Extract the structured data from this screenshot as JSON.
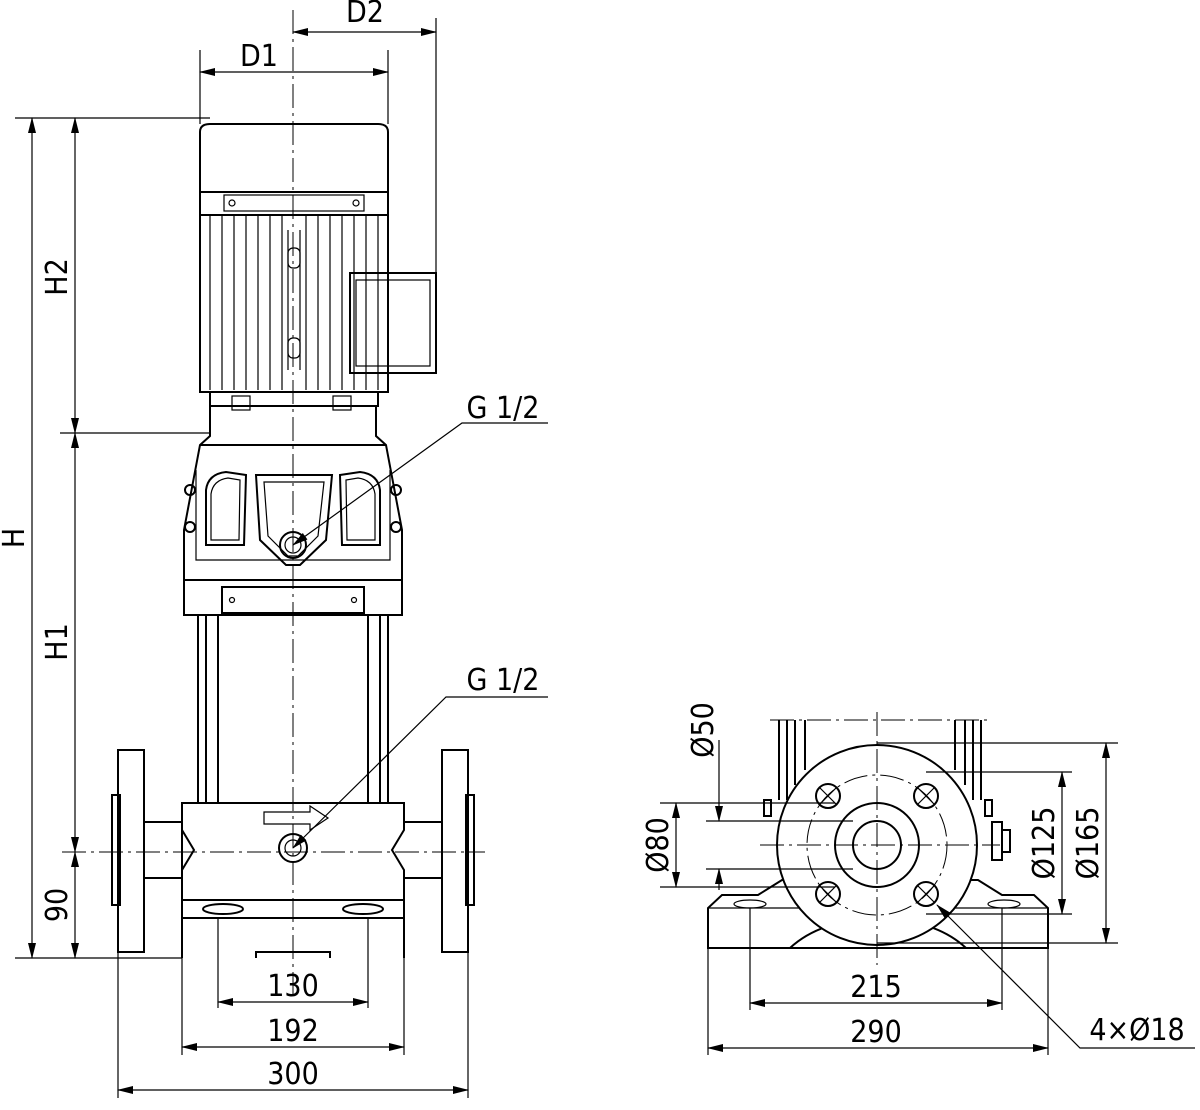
{
  "colors": {
    "line": "#000000",
    "background": "#ffffff"
  },
  "front_view": {
    "labels": {
      "D1": "D1",
      "D2": "D2",
      "H": "H",
      "H1": "H1",
      "H2": "H2",
      "base_height": "90",
      "foot_hole_spacing": "130",
      "foot_width": "192",
      "flange_span": "300",
      "vent_plug": "G 1/2",
      "drain_plug": "G 1/2"
    }
  },
  "side_view": {
    "labels": {
      "pipe_bore": "Ø50",
      "flange_recess": "Ø80",
      "bolt_circle": "Ø125",
      "flange_diameter": "Ø165",
      "foot_hole_spacing": "215",
      "foot_length": "290",
      "bolt_holes": "4×Ø18"
    }
  }
}
